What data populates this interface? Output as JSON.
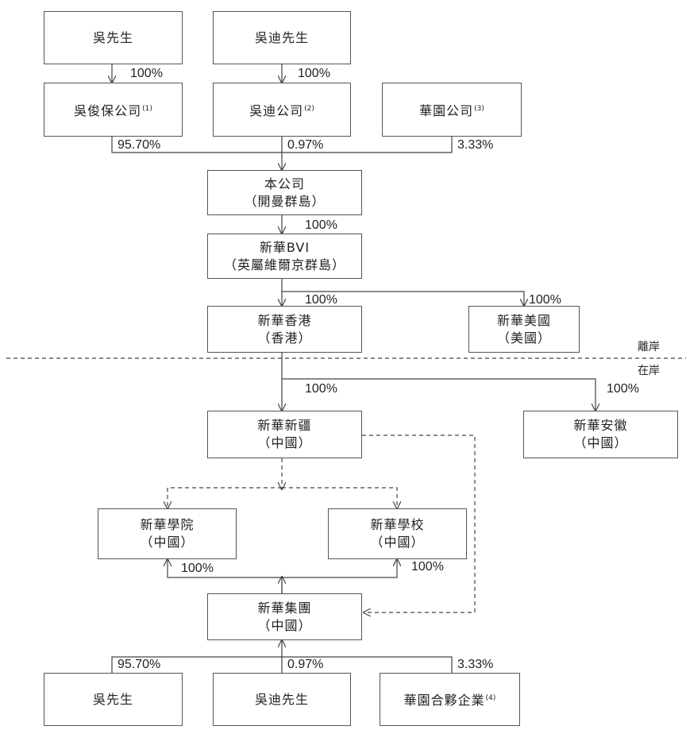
{
  "boxes": {
    "mr_wu_top": {
      "name": "吳先生"
    },
    "mr_wu_di_top": {
      "name": "吳迪先生"
    },
    "wu_junbao": {
      "name": "吳俊保公司",
      "note": "(1)"
    },
    "wu_di_co": {
      "name": "吳迪公司",
      "note": "(2)"
    },
    "hua_yuan_co": {
      "name": "華園公司",
      "note": "(3)"
    },
    "company": {
      "name": "本公司",
      "place": "（開曼群島）"
    },
    "xinhua_bvi": {
      "name": "新華BVI",
      "place": "（英屬維爾京群島）"
    },
    "xinhua_hk": {
      "name": "新華香港",
      "place": "（香港）"
    },
    "xinhua_us": {
      "name": "新華美國",
      "place": "（美國）"
    },
    "xinhua_xinjiang": {
      "name": "新華新疆",
      "place": "（中國）"
    },
    "xinhua_anhui": {
      "name": "新華安徽",
      "place": "（中國）"
    },
    "xinhua_college": {
      "name": "新華學院",
      "place": "（中國）"
    },
    "xinhua_school": {
      "name": "新華學校",
      "place": "（中國）"
    },
    "xinhua_group": {
      "name": "新華集團",
      "place": "（中國）"
    },
    "mr_wu_bottom": {
      "name": "吳先生"
    },
    "mr_wu_di_bottom": {
      "name": "吳迪先生"
    },
    "hua_yuan_partnership": {
      "name": "華園合夥企業",
      "note": "(4)"
    }
  },
  "percentages": {
    "wu_to_junbao": "100%",
    "wudi_to_co": "100%",
    "junbao_share": "95.70%",
    "wudi_share": "0.97%",
    "huayuan_share": "3.33%",
    "company_to_bvi": "100%",
    "bvi_to_hk": "100%",
    "bvi_to_us": "100%",
    "hk_to_xinjiang": "100%",
    "hk_to_anhui": "100%",
    "group_to_college": "100%",
    "group_to_school": "100%",
    "bottom_wu_share": "95.70%",
    "bottom_wudi_share": "0.97%",
    "bottom_huayuan_share": "3.33%"
  },
  "labels": {
    "offshore": "離岸",
    "onshore": "在岸"
  }
}
